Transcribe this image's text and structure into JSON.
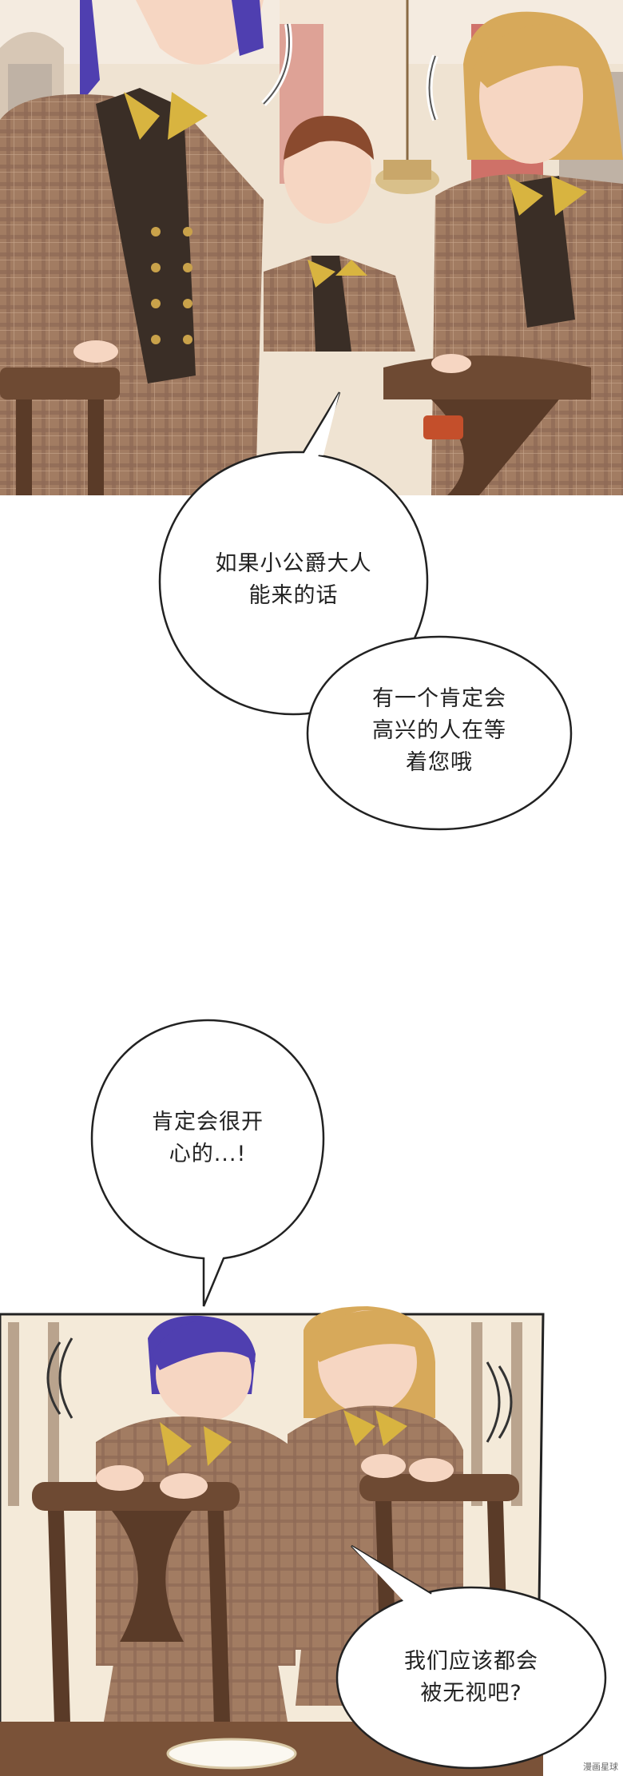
{
  "comic": {
    "panels": [
      {
        "id": "top",
        "description": "students in plaid uniforms laughing at a table"
      },
      {
        "id": "bottom",
        "description": "two students leaning on chairs, smiling"
      }
    ],
    "bubbles": [
      {
        "text": "如果小公爵大人\n能来的话"
      },
      {
        "text": "有一个肯定会\n高兴的人在等\n着您哦"
      },
      {
        "text": "肯定会很开\n心的...!"
      },
      {
        "text": "我们应该都会\n被无视吧?"
      }
    ],
    "watermark": "漫画星球"
  },
  "colors": {
    "uniform": "#a27c62",
    "plaid_line": "#8a6550",
    "vest": "#3a2e26",
    "bow": "#d8b440",
    "gold": "#c9a24a",
    "blue_hair": "#4f3fb0",
    "blonde_hair": "#d7a95a",
    "brown_hair": "#8a4a2e",
    "skin": "#f6d6c2",
    "wall": "#efe3d2",
    "wood": "#6e4a33"
  }
}
